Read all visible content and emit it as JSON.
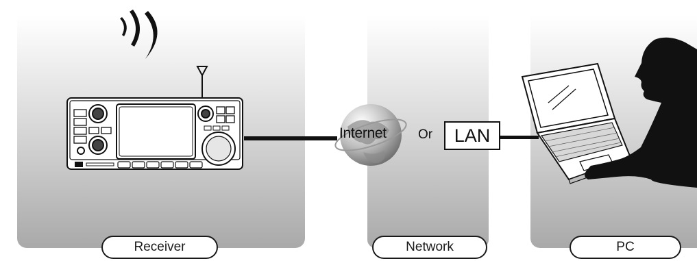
{
  "labels": {
    "receiver": "Receiver",
    "network": "Network",
    "pc": "PC",
    "internet": "Internet",
    "or": "Or",
    "lan": "LAN"
  },
  "colors": {
    "panel_top": "#ffffff",
    "panel_bottom": "#a9a9a9",
    "line": "#111111"
  },
  "icons": [
    "radio-waves-icon",
    "antenna-icon",
    "transceiver-icon",
    "globe-icon",
    "laptop-icon",
    "person-silhouette-icon"
  ]
}
